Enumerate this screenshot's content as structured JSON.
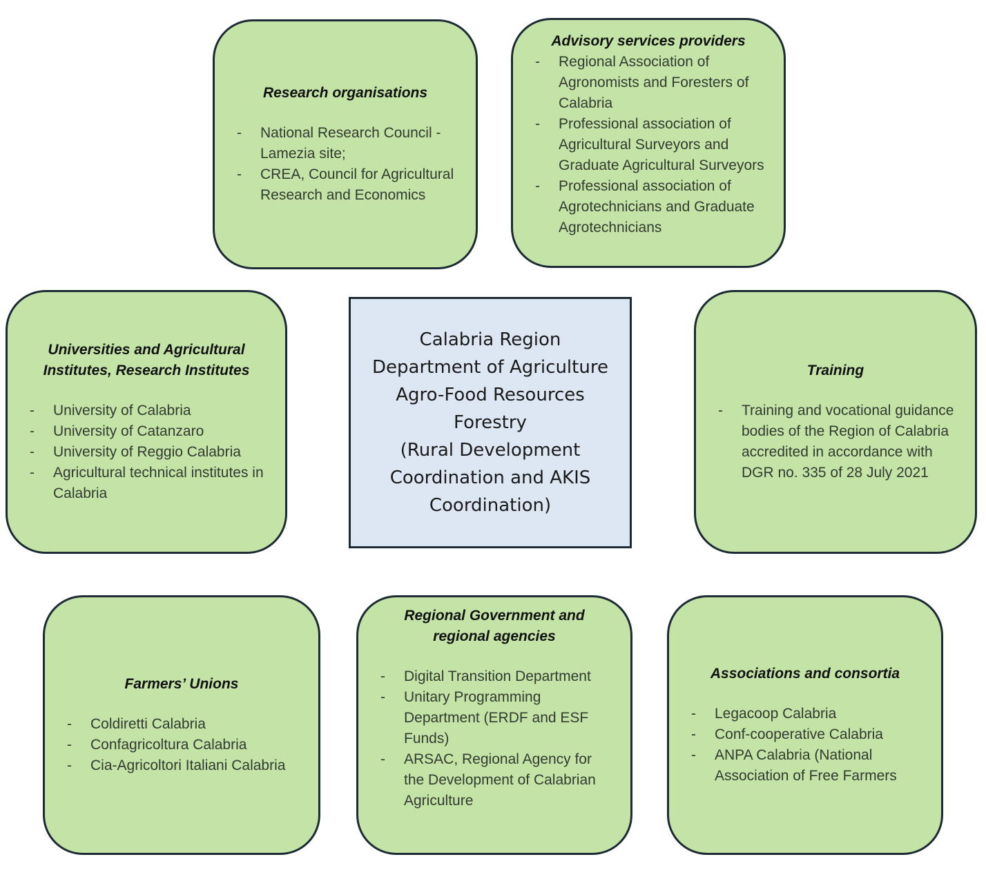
{
  "center": {
    "lines": [
      "Calabria Region",
      "Department of Agriculture",
      "Agro-Food Resources",
      "Forestry",
      "(Rural Development",
      "Coordination and AKIS",
      "Coordination)"
    ]
  },
  "research": {
    "title": "Research organisations",
    "items": [
      "National Research Council - Lamezia site;",
      "CREA, Council for Agricultural Research and Economics"
    ]
  },
  "advisory": {
    "title": "Advisory services providers",
    "items": [
      "Regional Association of Agronomists and Foresters of Calabria",
      "Professional association of Agricultural Surveyors and Graduate Agricultural Surveyors",
      "Professional association of Agrotechnicians and Graduate Agrotechnicians"
    ]
  },
  "universities": {
    "title": "Universities and Agricultural Institutes, Research Institutes",
    "items": [
      "University of Calabria",
      "University of Catanzaro",
      "University of Reggio Calabria",
      "Agricultural technical institutes in Calabria"
    ]
  },
  "training": {
    "title": "Training",
    "items": [
      "Training and vocational guidance bodies of the Region of Calabria accredited in accordance with DGR no. 335 of 28 July 2021"
    ]
  },
  "farmers": {
    "title": "Farmers’ Unions",
    "items": [
      "Coldiretti Calabria",
      "Confagricoltura Calabria",
      "Cia-Agricoltori Italiani Calabria"
    ]
  },
  "regional": {
    "title": "Regional Government and regional agencies",
    "items": [
      "Digital Transition Department",
      "Unitary Programming Department (ERDF and ESF Funds)",
      "ARSAC, Regional Agency for the Development of Calabrian Agriculture"
    ]
  },
  "associations": {
    "title": "Associations and consortia",
    "items": [
      "Legacoop Calabria",
      "Conf-cooperative Calabria",
      "ANPA Calabria (National Association of Free Farmers"
    ]
  },
  "colors": {
    "box_fill": "#c3e3a7",
    "center_fill": "#dde7f3",
    "border": "#1c2b33"
  }
}
